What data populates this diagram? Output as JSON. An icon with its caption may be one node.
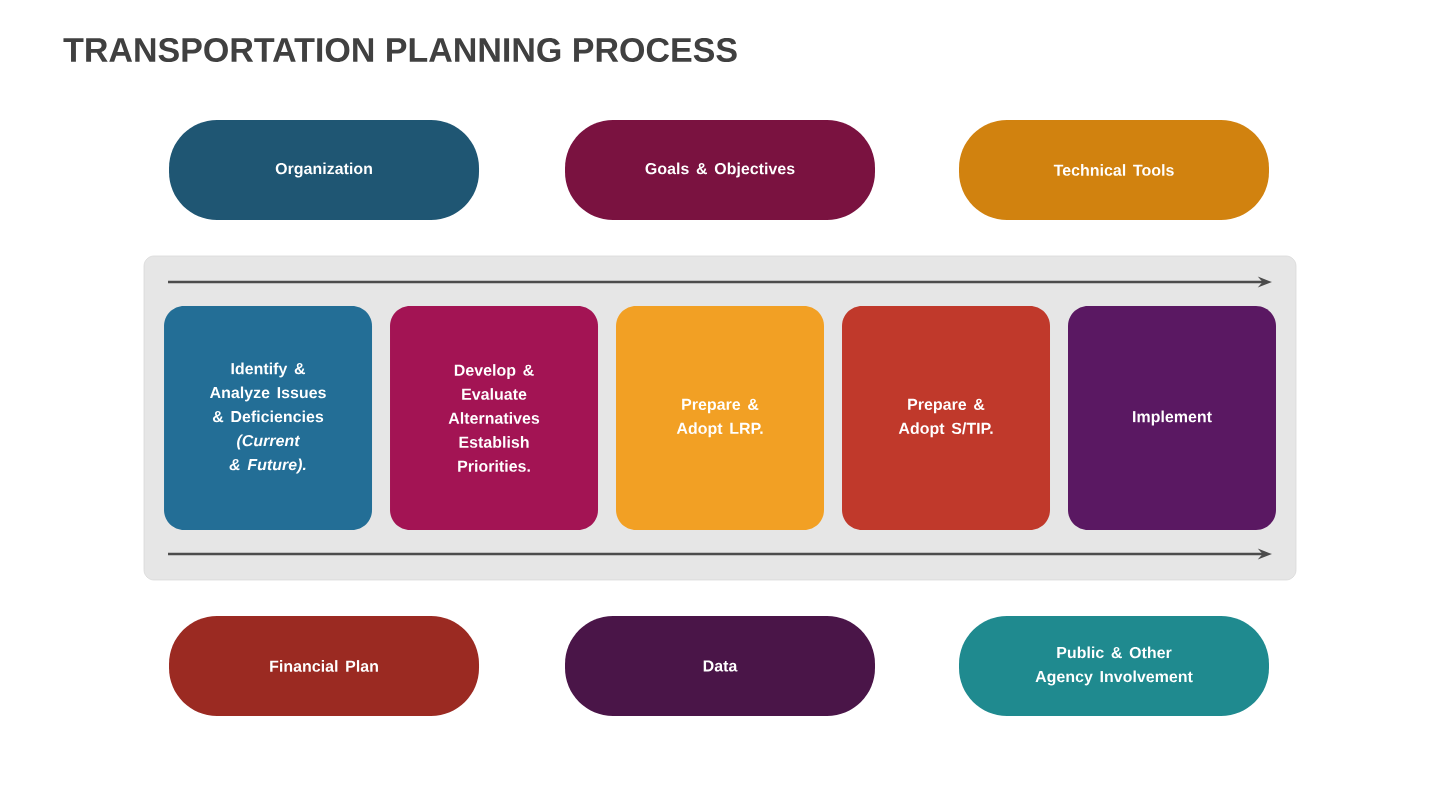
{
  "diagram": {
    "title": "TRANSPORTATION PLANNING PROCESS",
    "nodes": [
      {
        "text": [
          "Organization"
        ]
      },
      {
        "text": [
          "Goals & Objectives"
        ]
      },
      {
        "text": [
          "Technical Tools"
        ]
      },
      {
        "text": [],
        "shape": "box"
      },
      {
        "text": [
          "Identify & Analyze Issues & Deficiencies *(Current & Future).*"
        ],
        "in": 3
      },
      {
        "text": [
          "Develop & Evaluate Alternatives Establish Priorities."
        ],
        "in": 3
      },
      {
        "text": [
          "Prepare & Adopt LRP."
        ],
        "in": 3
      },
      {
        "text": [
          "Prepare & Adopt S/TIP."
        ],
        "in": 3
      },
      {
        "text": [
          "Implement"
        ],
        "in": 3
      },
      {
        "text": [
          "Financial Plan"
        ]
      },
      {
        "text": [
          "Data"
        ]
      },
      {
        "text": [
          "Public & Other Agency Involvement"
        ]
      }
    ]
  }
}
